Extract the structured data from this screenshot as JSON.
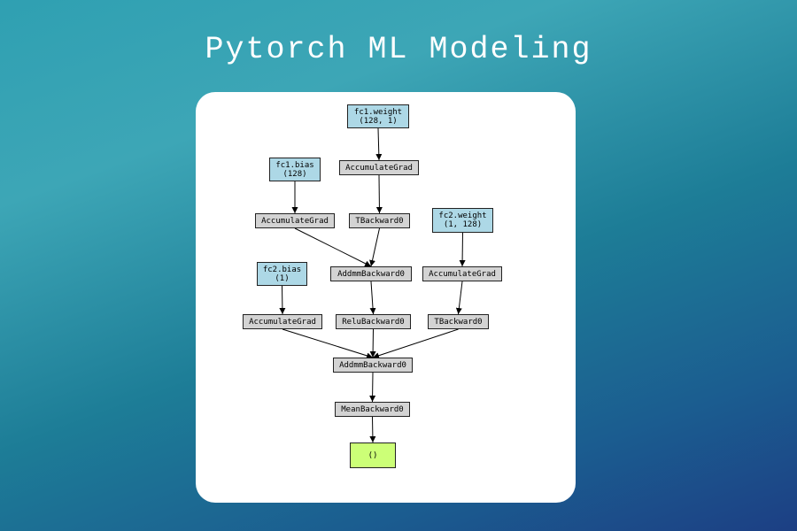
{
  "title": "Pytorch ML Modeling",
  "colors": {
    "param": "#add8e6",
    "op": "#d3d3d3",
    "output": "#ccff77"
  },
  "graph": {
    "nodes": {
      "fc1_weight": {
        "line1": "fc1.weight",
        "line2": "(128, 1)"
      },
      "acc1": {
        "label": "AccumulateGrad"
      },
      "fc1_bias": {
        "line1": "fc1.bias",
        "line2": "(128)"
      },
      "acc2": {
        "label": "AccumulateGrad"
      },
      "tback1": {
        "label": "TBackward0"
      },
      "fc2_weight": {
        "line1": "fc2.weight",
        "line2": "(1, 128)"
      },
      "addmm1": {
        "label": "AddmmBackward0"
      },
      "acc3": {
        "label": "AccumulateGrad"
      },
      "fc2_bias": {
        "line1": "fc2.bias",
        "line2": "(1)"
      },
      "acc4": {
        "label": "AccumulateGrad"
      },
      "relu": {
        "label": "ReluBackward0"
      },
      "tback2": {
        "label": "TBackward0"
      },
      "addmm2": {
        "label": "AddmmBackward0"
      },
      "mean": {
        "label": "MeanBackward0"
      },
      "output": {
        "label": "()"
      }
    },
    "edges": [
      [
        "fc1_weight",
        "acc1"
      ],
      [
        "acc1",
        "tback1"
      ],
      [
        "fc1_bias",
        "acc2"
      ],
      [
        "acc2",
        "addmm1"
      ],
      [
        "tback1",
        "addmm1"
      ],
      [
        "fc2_weight",
        "acc3"
      ],
      [
        "acc3",
        "tback2"
      ],
      [
        "addmm1",
        "relu"
      ],
      [
        "fc2_bias",
        "acc4"
      ],
      [
        "acc4",
        "addmm2"
      ],
      [
        "relu",
        "addmm2"
      ],
      [
        "tback2",
        "addmm2"
      ],
      [
        "addmm2",
        "mean"
      ],
      [
        "mean",
        "output"
      ]
    ]
  }
}
